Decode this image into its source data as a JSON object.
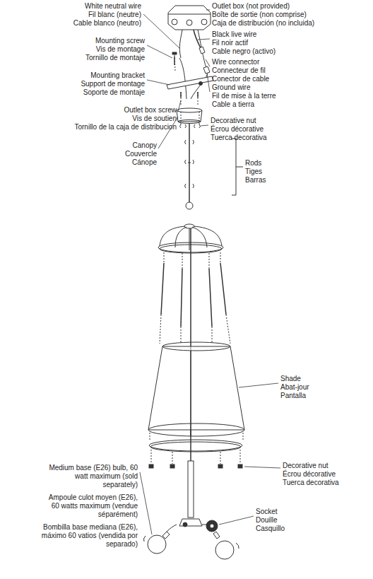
{
  "diagram": {
    "labels": [
      "White neutral wire",
      "Fil blanc (neutre)",
      "Cable blanco (neutro)",
      "Mounting screw",
      "Vis de montage",
      "Tornillo de montaje",
      "Mounting bracket",
      "Support de montage",
      "Soporte de montaje",
      "Outlet box screw",
      "Vis de soutien",
      "Tornillo de la caja de distribucion",
      "Canopy",
      "Couvercle",
      "Cánope",
      "Outlet box (not provided)",
      "Boîte de sortie (non comprise)",
      "Caja de distribución (no incluida)",
      "Black live wire",
      "Fil noir actif",
      "Cable negro (activo)",
      "Wire connector",
      "Connecteur de fil",
      "Conector de cable",
      "Ground wire",
      "Fil de mise à la terre",
      "Cable a tierra",
      "Decorative nut",
      "Écrou décorative",
      "Tuerca decorativa",
      "Rods",
      "Tiges",
      "Barras",
      "Shade",
      "Abat-jour",
      "Pantalla",
      "Decorative nut",
      "Écrou décorative",
      "Tuerca decorativa",
      "Medium base (E26) bulb, 60 watt maximum (sold separately)",
      "Ampoule culot moyen (E26), 60 watts maximum (vendue séparément)",
      "Bombilla base mediana (E26), máximo 60 vatios (vendida por separado)",
      "Socket",
      "Douille",
      "Casquillo"
    ]
  }
}
